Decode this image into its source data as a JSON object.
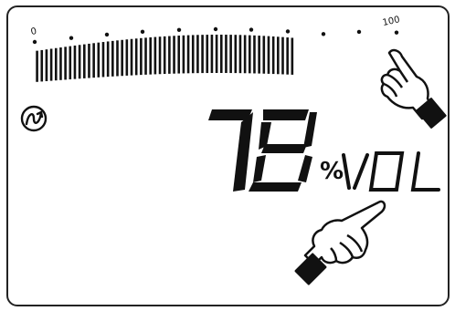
{
  "scale": {
    "min_label": "0",
    "max_label": "100"
  },
  "volume": {
    "value": 78,
    "digits": "78",
    "percent_sign": "%",
    "unit": "VOL",
    "level_fraction": 0.78
  },
  "icons": [
    "loop-arrow-icon",
    "pointing-hand-icon",
    "pointing-hand-icon"
  ],
  "colors": {
    "ink": "#111111",
    "background": "#ffffff"
  }
}
